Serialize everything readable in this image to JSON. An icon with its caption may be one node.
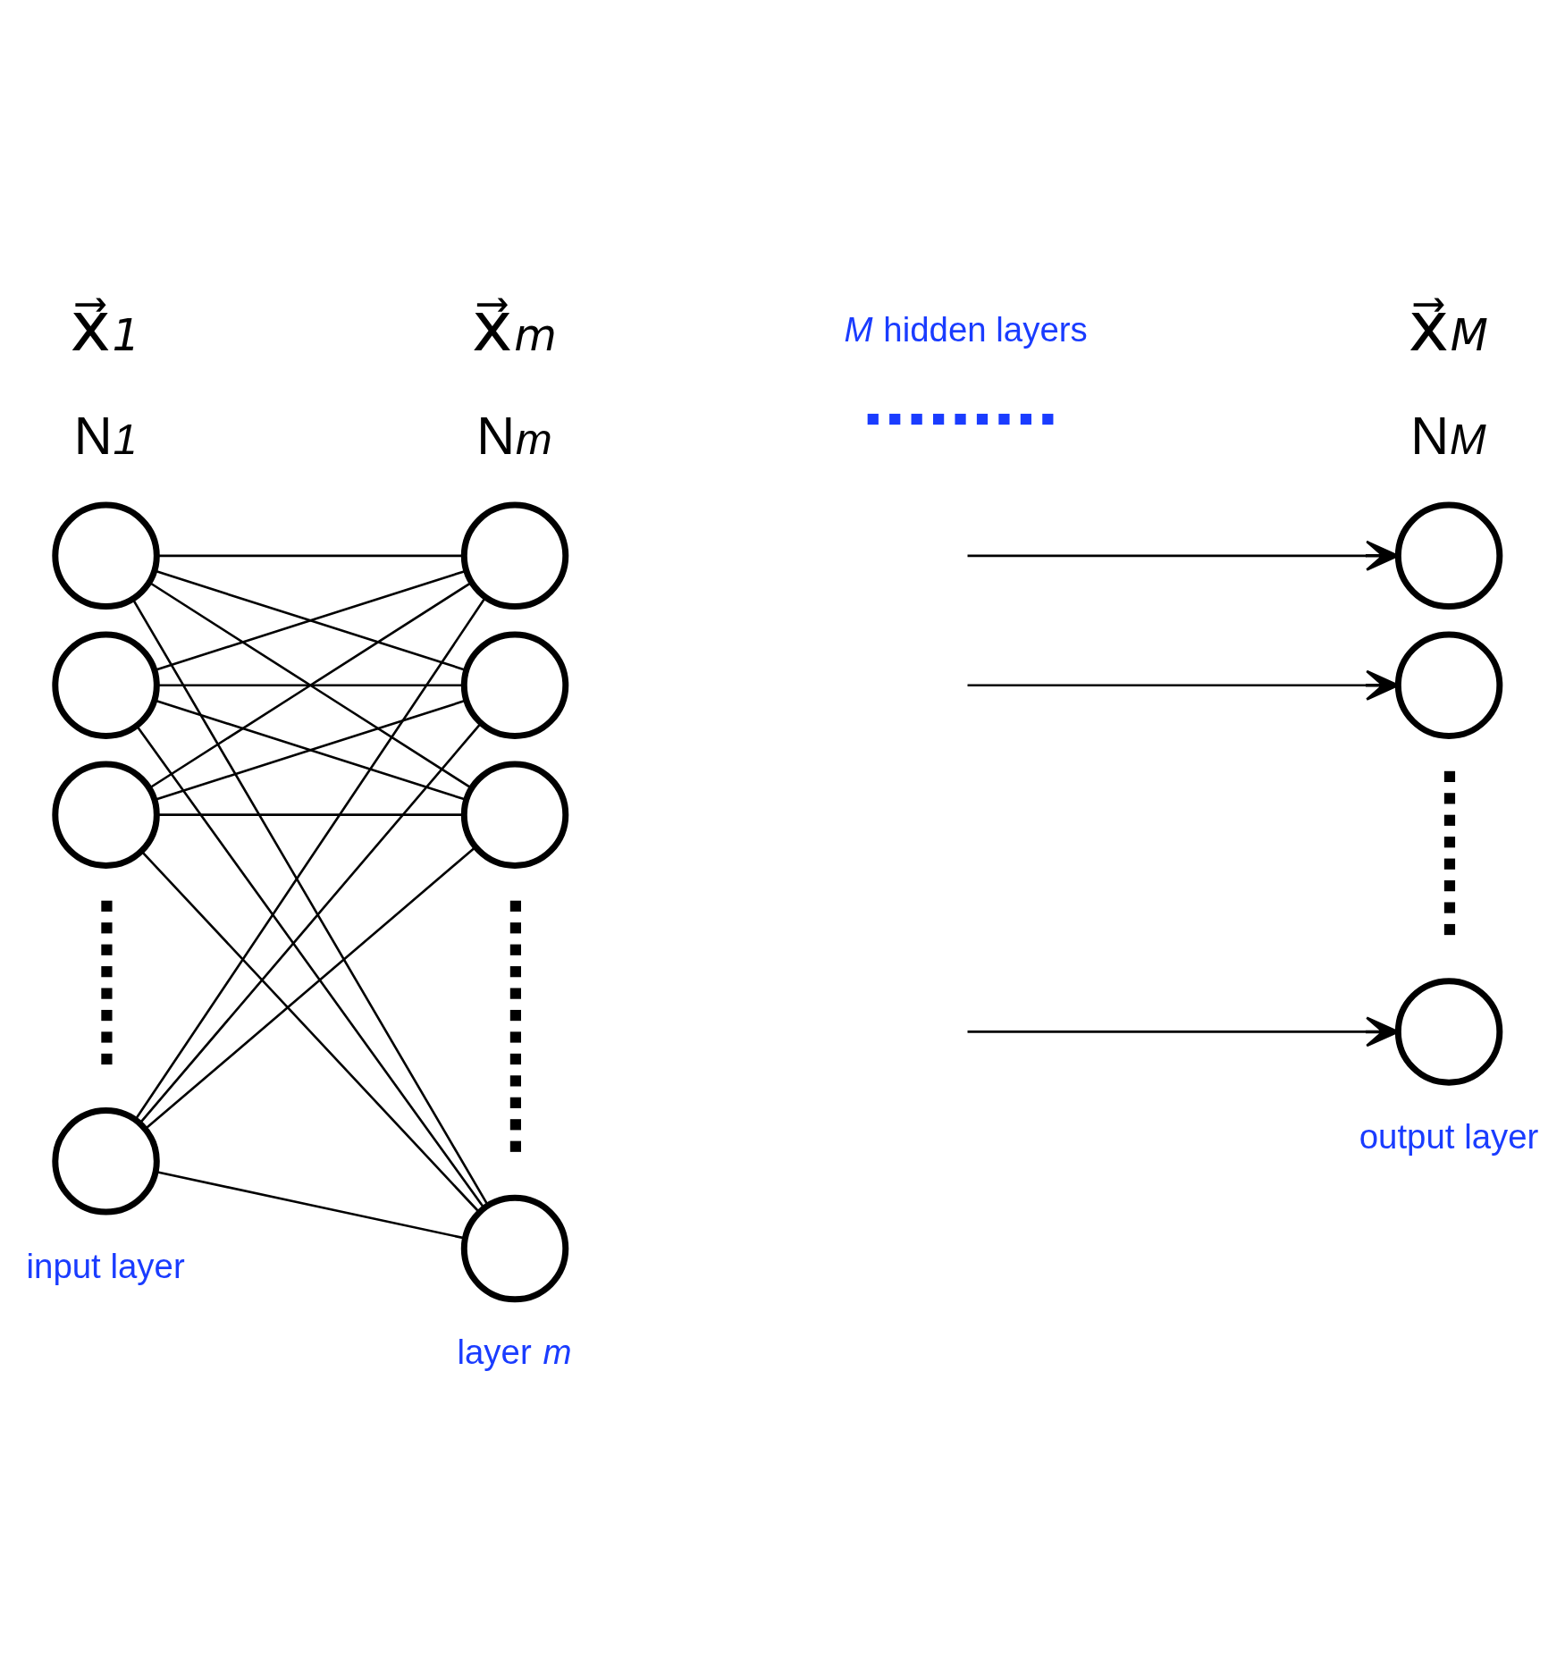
{
  "diagram": {
    "nodes": [
      {
        "text": [],
        "shape": "circle"
      },
      {
        "text": [],
        "shape": "circle"
      },
      {
        "text": [],
        "shape": "circle"
      },
      {
        "text": [],
        "shape": "circle"
      },
      {
        "text": [],
        "shape": "circle"
      },
      {
        "text": [],
        "shape": "circle"
      },
      {
        "text": [],
        "shape": "circle"
      },
      {
        "text": [],
        "shape": "circle"
      },
      {
        "text": [],
        "shape": "circle"
      },
      {
        "text": [],
        "shape": "circle"
      },
      {
        "text": [],
        "shape": "circle"
      }
    ],
    "edges": [
      {
        "from": 0,
        "to": 4,
        "arrow": "none"
      },
      {
        "from": 0,
        "to": 5,
        "arrow": "none"
      },
      {
        "from": 0,
        "to": 6,
        "arrow": "none"
      },
      {
        "from": 0,
        "to": 7,
        "arrow": "none"
      },
      {
        "from": 1,
        "to": 4,
        "arrow": "none"
      },
      {
        "from": 1,
        "to": 5,
        "arrow": "none"
      },
      {
        "from": 1,
        "to": 6,
        "arrow": "none"
      },
      {
        "from": 1,
        "to": 7,
        "arrow": "none"
      },
      {
        "from": 2,
        "to": 4,
        "arrow": "none"
      },
      {
        "from": 2,
        "to": 5,
        "arrow": "none"
      },
      {
        "from": 2,
        "to": 6,
        "arrow": "none"
      },
      {
        "from": 2,
        "to": 7,
        "arrow": "none"
      },
      {
        "from": 3,
        "to": 4,
        "arrow": "none"
      },
      {
        "from": 3,
        "to": 5,
        "arrow": "none"
      },
      {
        "from": 3,
        "to": 6,
        "arrow": "none"
      },
      {
        "from": 3,
        "to": 7,
        "arrow": "none"
      },
      {
        "from": null,
        "to": 8,
        "arrow": "to"
      },
      {
        "from": null,
        "to": 9,
        "arrow": "to"
      },
      {
        "from": null,
        "to": 10,
        "arrow": "to"
      }
    ],
    "labels": [
      "x⃗$_{1}$",
      "x⃗$_{m}$",
      "x⃗$_{M}$",
      "N$_{1}$",
      "N$_{m}$",
      "N$_{M}$",
      "*M* hidden layers",
      "output layer",
      "input layer",
      "layer *m*"
    ]
  }
}
